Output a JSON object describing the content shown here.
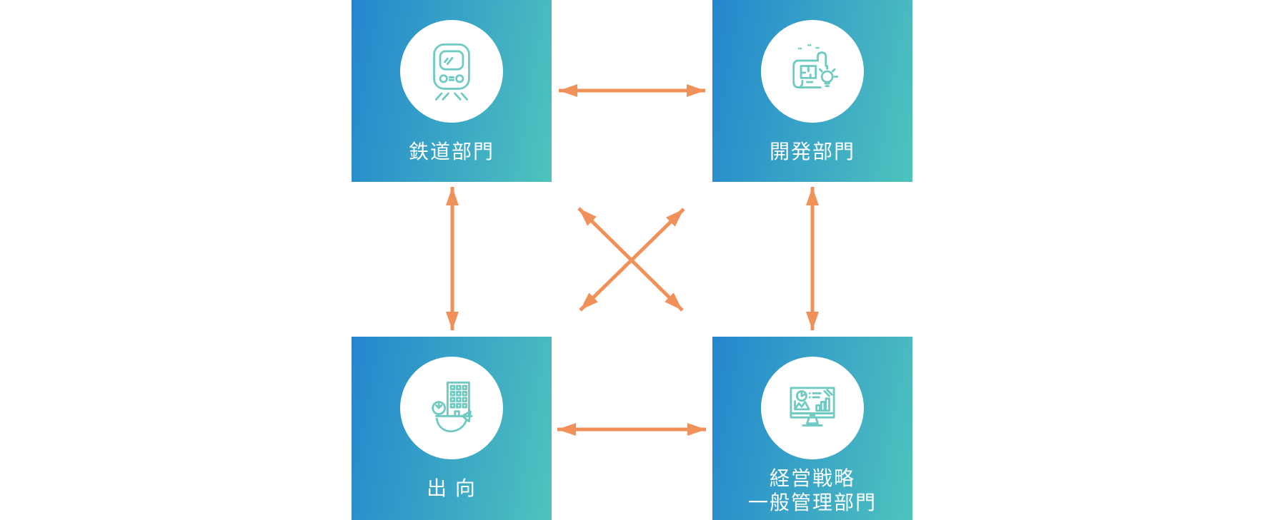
{
  "diagram": {
    "description": "four-department rotation diagram",
    "cards": [
      {
        "id": "railway",
        "label": "鉄道部門",
        "icon": "train-icon"
      },
      {
        "id": "development",
        "label": "開発部門",
        "icon": "blueprint-idea-icon"
      },
      {
        "id": "secondment",
        "label": "出 向",
        "icon": "building-transfer-icon"
      },
      {
        "id": "management",
        "label_lines": [
          "経営戦略",
          "一般管理部門"
        ],
        "icon": "monitor-analytics-icon"
      }
    ],
    "connections": [
      {
        "from": "railway",
        "to": "development",
        "style": "double-headed-horizontal"
      },
      {
        "from": "secondment",
        "to": "management",
        "style": "double-headed-horizontal"
      },
      {
        "from": "railway",
        "to": "secondment",
        "style": "double-headed-vertical"
      },
      {
        "from": "development",
        "to": "management",
        "style": "double-headed-vertical"
      },
      {
        "from": "railway",
        "to": "management",
        "style": "double-headed-diagonal"
      },
      {
        "from": "secondment",
        "to": "development",
        "style": "double-headed-diagonal"
      }
    ],
    "colors": {
      "card_gradient_start": "#2486CE",
      "card_gradient_end": "#4EC3BD",
      "arrow": "#F0915A",
      "icon_stroke": "#6FCAC2",
      "label_text": "#FFFFFF",
      "background": "#FFFFFF"
    }
  }
}
